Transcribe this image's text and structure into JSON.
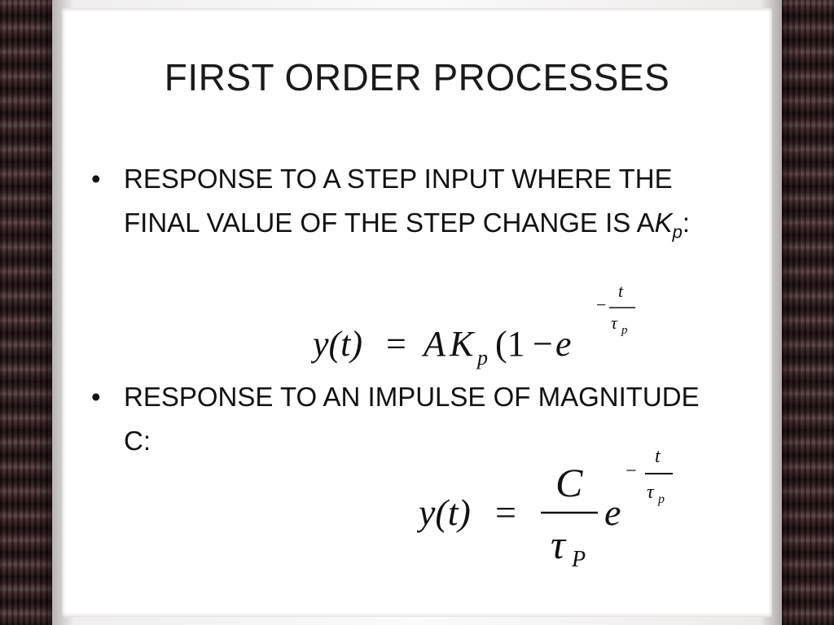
{
  "slide": {
    "title": "FIRST ORDER PROCESSES",
    "bullets": [
      {
        "marker": "•",
        "text_main": "RESPONSE TO A STEP INPUT WHERE THE FINAL VALUE OF THE STEP CHANGE IS A",
        "text_var": "K",
        "text_sub": "p",
        "text_end": ":"
      },
      {
        "marker": "•",
        "text": "RESPONSE TO AN IMPULSE OF MAGNITUDE C:"
      }
    ],
    "equation1": {
      "lhs": "y(t)",
      "equals": "=",
      "rhs_A": "A",
      "rhs_K": "K",
      "rhs_sub": "p",
      "rhs_paren": "(1",
      "rhs_minus": "−",
      "rhs_e": "e",
      "exp_sign": "−",
      "exp_num": "t",
      "exp_den": "τ",
      "exp_den_sub": "p"
    },
    "equation2": {
      "lhs": "y(t)",
      "equals": "=",
      "frac_num": "C",
      "frac_den": "τ",
      "frac_den_sub": "P",
      "e": "e",
      "exp_sign": "−",
      "exp_num": "t",
      "exp_den": "τ",
      "exp_den_sub": "p"
    }
  }
}
